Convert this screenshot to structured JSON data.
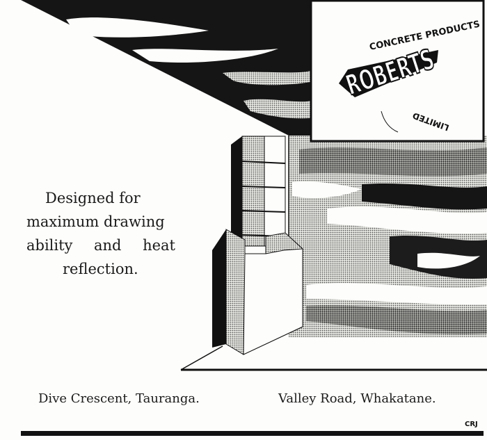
{
  "logo": {
    "brand": "ROBERTS",
    "arc_top": "CONCRETE PRODUCTS",
    "arc_bottom": "LIMITED"
  },
  "tagline": {
    "line1": "Designed for",
    "line2": "maximum drawing",
    "line3a": "ability",
    "line3b": "and",
    "line3c": "heat",
    "line4": "reflection."
  },
  "addresses": {
    "left": "Dive Crescent, Tauranga.",
    "right": "Valley Road, Whakatane."
  },
  "credit": "CRJ",
  "colors": {
    "ink": "#111111",
    "paper": "#fdfdfb",
    "stipple": "#9a9a9a"
  }
}
